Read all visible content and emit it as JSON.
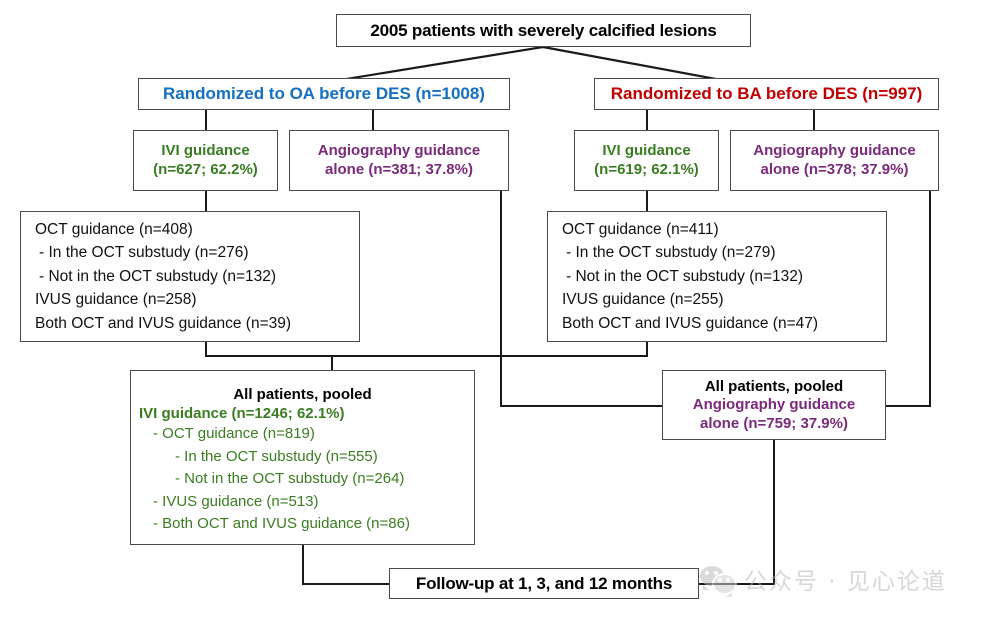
{
  "diagram": {
    "title_box": {
      "label": "2005 patients with severely calcified lesions"
    },
    "arms": [
      {
        "label": "Randomized to OA before DES (n=1008)",
        "color": "#1570c0"
      },
      {
        "label": "Randomized to BA before DES (n=997)",
        "color": "#c00000"
      }
    ],
    "guidance": {
      "oa_ivi": {
        "line1": "IVI guidance",
        "line2": "(n=627; 62.2%)",
        "color": "#3a7d22"
      },
      "oa_angio": {
        "line1": "Angiography guidance",
        "line2": "alone (n=381; 37.8%)",
        "color": "#7b2a7b"
      },
      "ba_ivi": {
        "line1": "IVI guidance",
        "line2": "(n=619; 62.1%)",
        "color": "#3a7d22"
      },
      "ba_angio": {
        "line1": "Angiography guidance",
        "line2": "alone (n=378; 37.9%)",
        "color": "#7b2a7b"
      }
    },
    "detail_left": {
      "lines": [
        "OCT guidance (n=408)",
        "- In the OCT substudy (n=276)",
        "- Not in the OCT substudy (n=132)",
        "IVUS guidance (n=258)",
        "Both OCT and IVUS guidance (n=39)"
      ]
    },
    "detail_right": {
      "lines": [
        "OCT guidance (n=411)",
        "- In the OCT substudy (n=279)",
        "- Not in the OCT substudy (n=132)",
        "IVUS guidance (n=255)",
        "Both OCT and IVUS guidance (n=47)"
      ]
    },
    "pooled_ivi": {
      "heading": "All patients, pooled",
      "subheading": "IVI guidance (n=1246; 62.1%)",
      "lines": [
        "- OCT guidance (n=819)",
        "- In the OCT substudy (n=555)",
        "- Not in the OCT substudy (n=264)",
        "- IVUS guidance (n=513)",
        "- Both OCT and IVUS guidance (n=86)"
      ]
    },
    "pooled_angio": {
      "heading": "All patients, pooled",
      "line1": "Angiography guidance",
      "line2": "alone (n=759; 37.9%)"
    },
    "followup": {
      "label": "Follow-up at 1, 3, and 12 months"
    },
    "watermark": {
      "text": "公众号 · 见心论道",
      "icon": "wechat-icon"
    }
  }
}
